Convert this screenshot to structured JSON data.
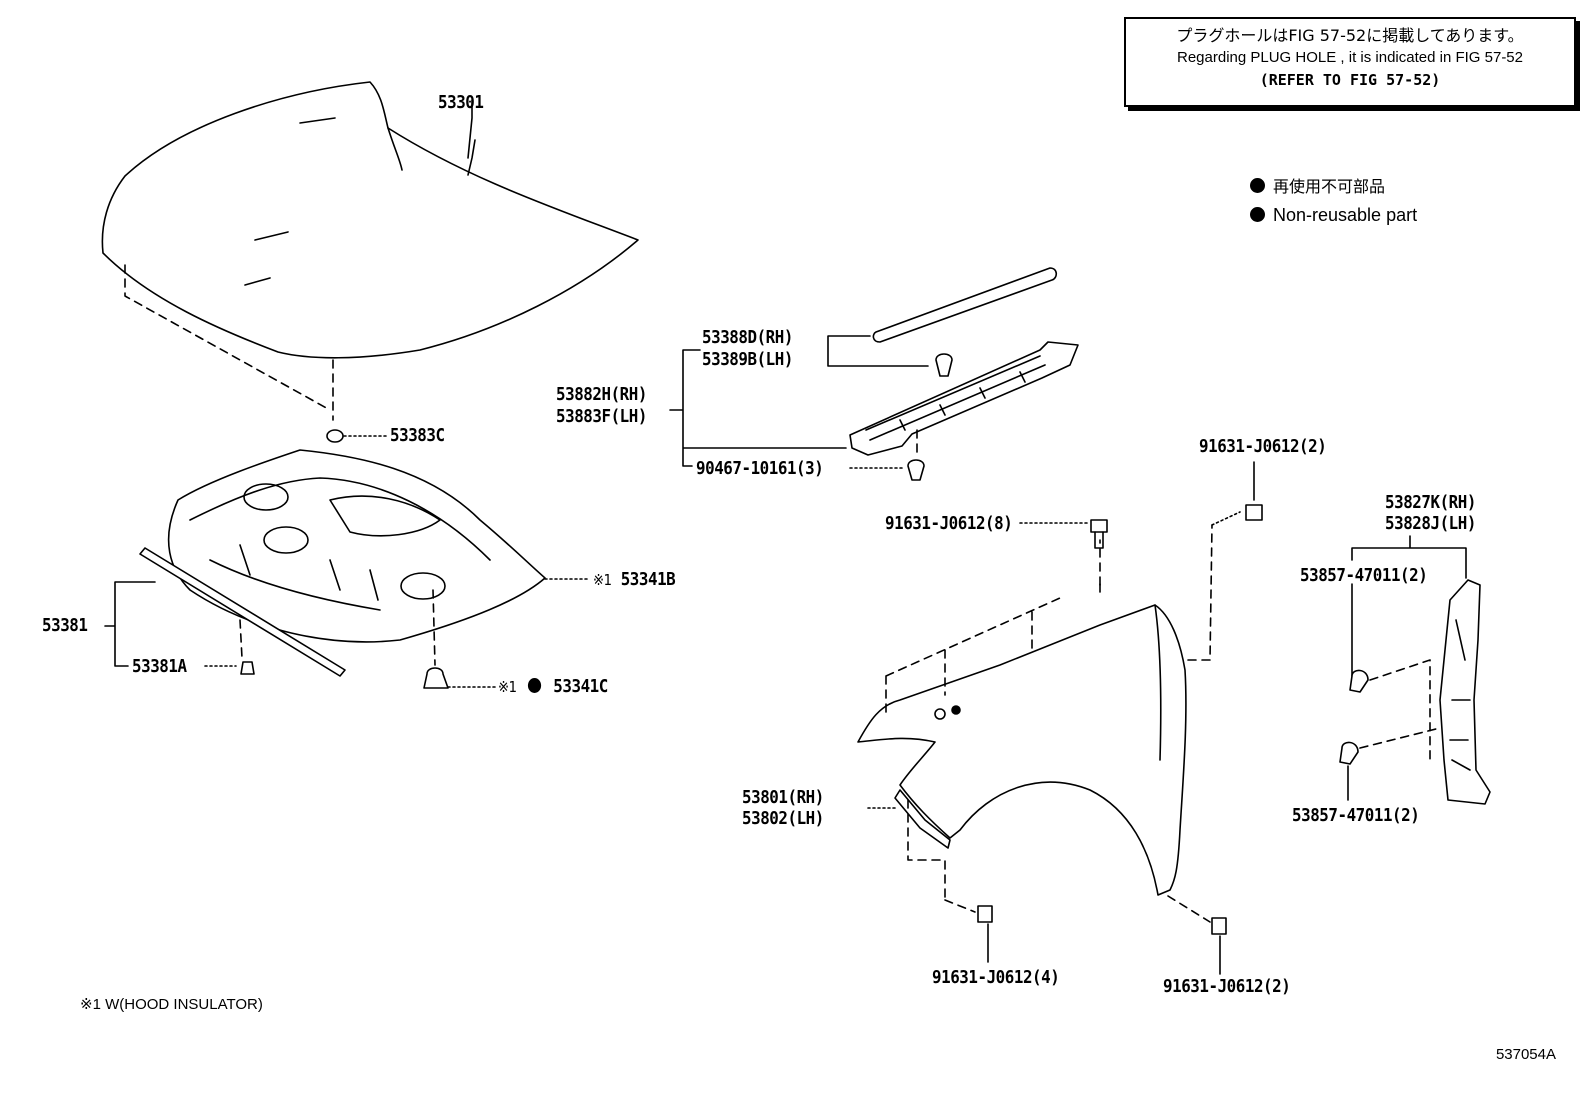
{
  "note": {
    "jp": "プラグホールはFIG 57-52に掲載してあります。",
    "en": "Regarding PLUG HOLE , it is indicated in FIG 57-52",
    "ref": "(REFER TO FIG 57-52)"
  },
  "legend": {
    "jp": "再使用不可部品",
    "en": "Non-reusable part"
  },
  "labels": {
    "p53301": "53301",
    "p53383c": "53383C",
    "p53381": "53381",
    "p53381a": "53381A",
    "p53341b": "53341B",
    "p53341c": "53341C",
    "mark_x1": "※1",
    "p53388d": "53388D(RH)",
    "p53389b": "53389B(LH)",
    "p53882h": "53882H(RH)",
    "p53883f": "53883F(LH)",
    "p90467": "90467-10161(3)",
    "p91631_2a": "91631-J0612(2)",
    "p91631_8": "91631-J0612(8)",
    "p53827k": "53827K(RH)",
    "p53828j": "53828J(LH)",
    "p53857_a": "53857-47011(2)",
    "p53857_b": "53857-47011(2)",
    "p53801": "53801(RH)",
    "p53802": "53802(LH)",
    "p91631_4": "91631-J0612(4)",
    "p91631_2b": "91631-J0612(2)"
  },
  "footnote": "※1 W(HOOD INSULATOR)",
  "figure_id": "537054A"
}
